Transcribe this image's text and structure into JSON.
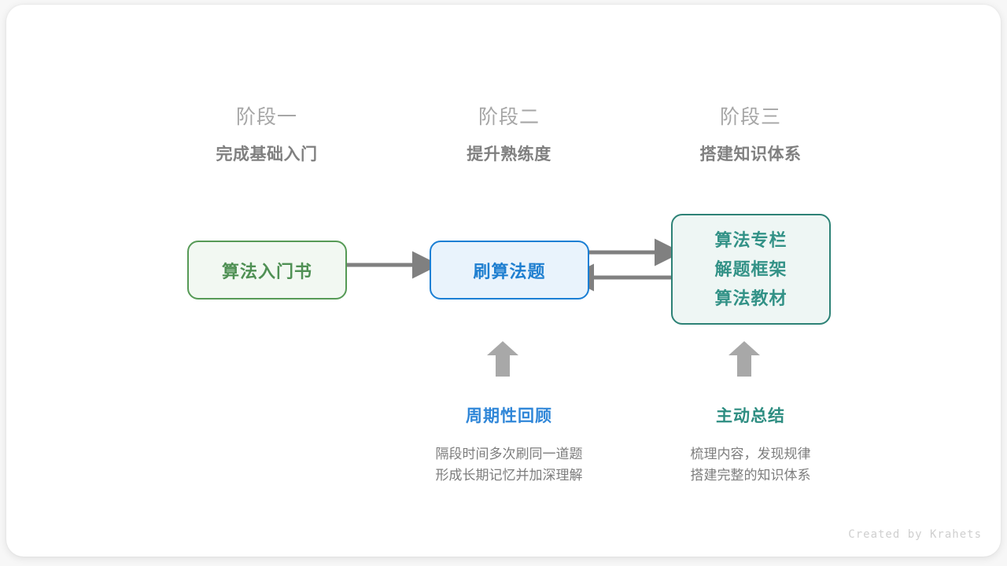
{
  "canvas": {
    "background": "#f7f7f7",
    "card_background": "#ffffff"
  },
  "stages": [
    {
      "label": "阶段一",
      "title": "完成基础入门"
    },
    {
      "label": "阶段二",
      "title": "提升熟练度"
    },
    {
      "label": "阶段三",
      "title": "搭建知识体系"
    }
  ],
  "nodes": {
    "book": {
      "text": "算法入门书",
      "fill": "#f2f8f2",
      "border": "#569a56",
      "text_color": "#4f9054"
    },
    "practice": {
      "text": "刷算法题",
      "fill": "#e9f3fc",
      "border": "#1b7fd4",
      "text_color": "#1f7fd0"
    },
    "resources": {
      "lines": [
        "算法专栏",
        "解题框架",
        "算法教材"
      ],
      "fill": "#eef6f4",
      "border": "#2d8276",
      "text_color": "#339287"
    }
  },
  "connectors": {
    "color": "#808080",
    "book_to_practice": "arrow-right",
    "practice_to_resources": "arrow-right",
    "resources_to_practice": "arrow-left",
    "review_up": "arrow-up",
    "summary_up": "arrow-up"
  },
  "notes": [
    {
      "title": "周期性回顾",
      "title_color": "#2f86d8",
      "desc_line1": "隔段时间多次刷同一道题",
      "desc_line2": "形成长期记忆并加深理解"
    },
    {
      "title": "主动总结",
      "title_color": "#2d8d81",
      "desc_line1": "梳理内容，发现规律",
      "desc_line2": "搭建完整的知识体系"
    }
  ],
  "credit": "Created by Krahets"
}
